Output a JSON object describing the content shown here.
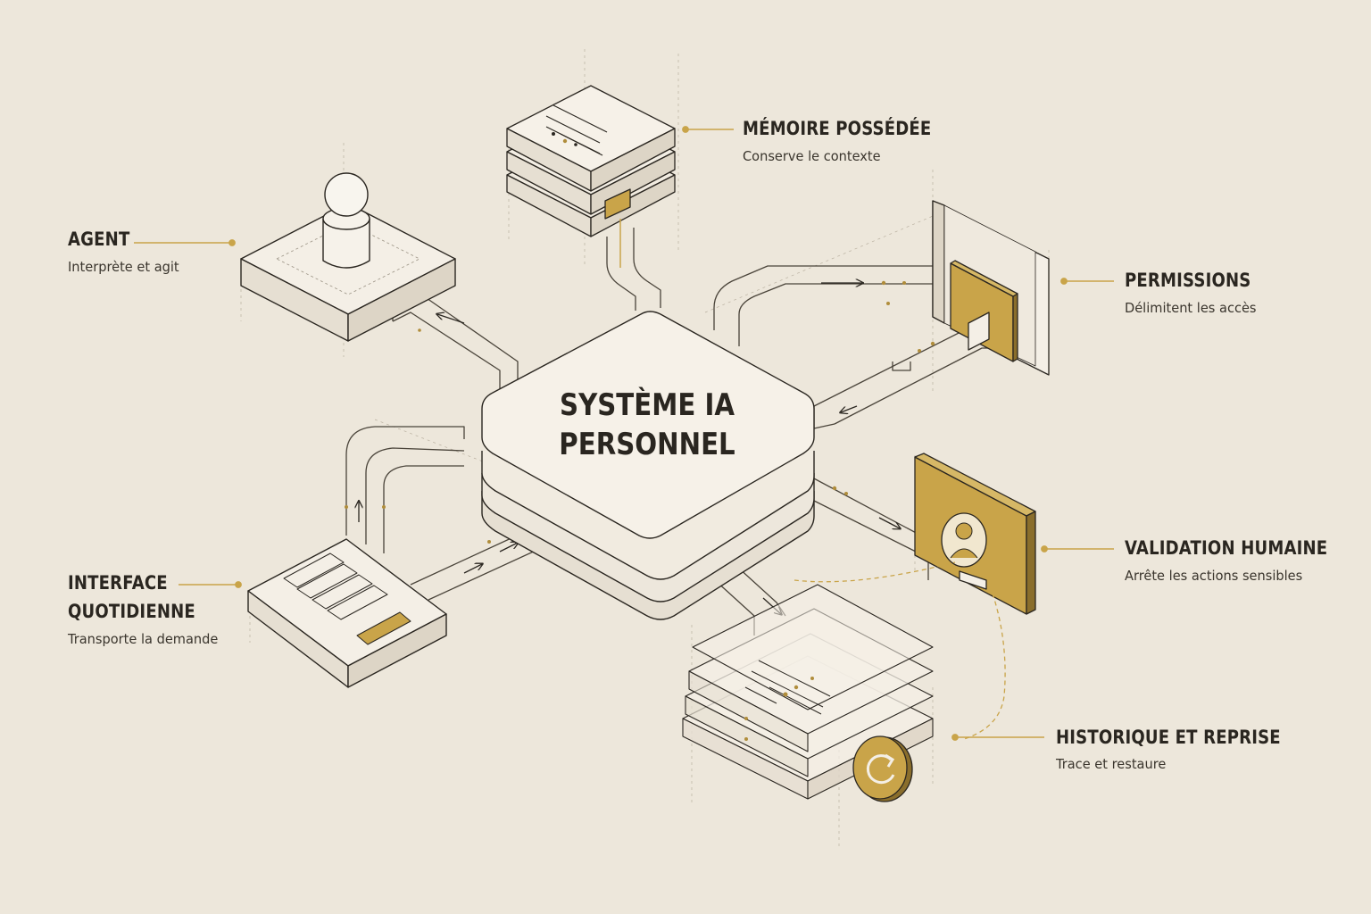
{
  "center": {
    "line1": "SYSTÈME IA",
    "line2": "PERSONNEL"
  },
  "nodes": {
    "agent": {
      "title": "AGENT",
      "subtitle": "Interprète et agit"
    },
    "memoire": {
      "title": "MÉMOIRE POSSÉDÉE",
      "subtitle": "Conserve le contexte"
    },
    "permissions": {
      "title": "PERMISSIONS",
      "subtitle": "Délimitent les accès"
    },
    "validation": {
      "title": "VALIDATION HUMAINE",
      "subtitle": "Arrête les actions sensibles"
    },
    "interface": {
      "title_line1": "INTERFACE",
      "title_line2": "QUOTIDIENNE",
      "subtitle": "Transporte la demande"
    },
    "historique": {
      "title": "HISTORIQUE ET REPRISE",
      "subtitle": "Trace et restaure"
    }
  },
  "colors": {
    "background": "#ede7db",
    "ink": "#2a2620",
    "accent_gold": "#c9a449",
    "panel": "#f4efe6"
  }
}
